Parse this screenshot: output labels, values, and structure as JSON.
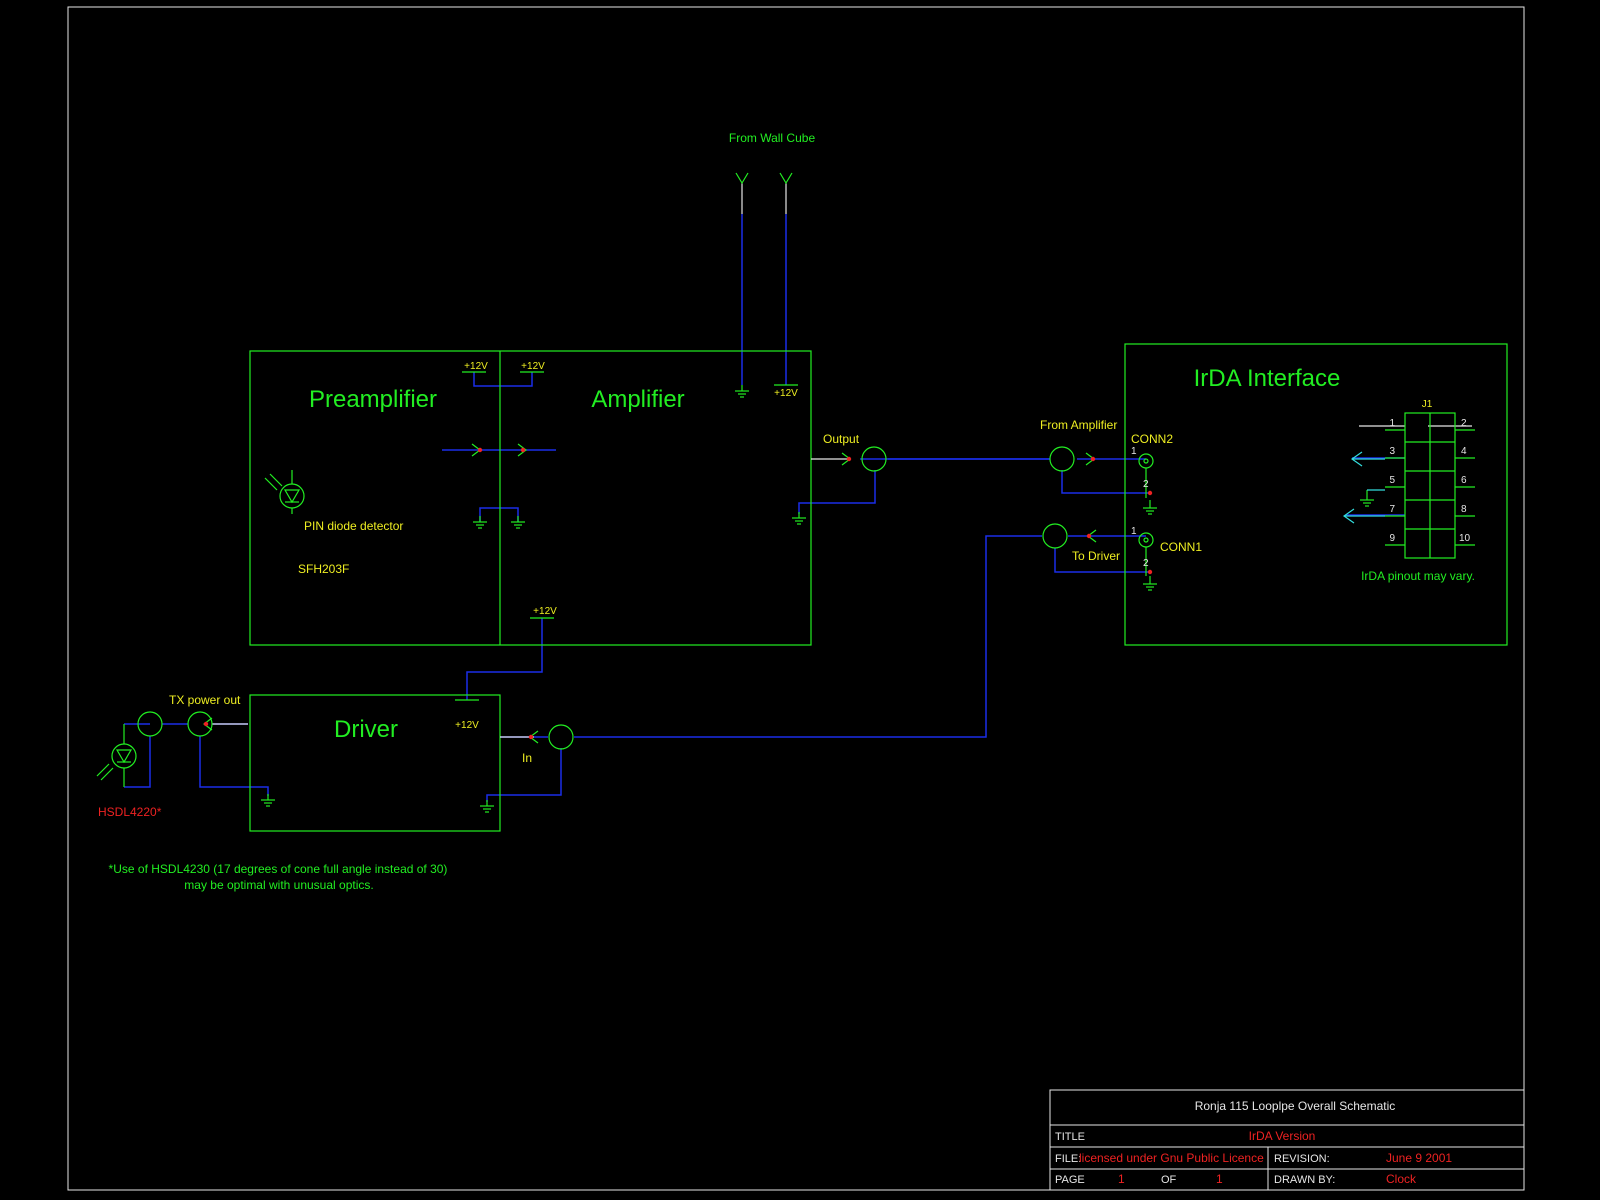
{
  "colors": {
    "background": "#000000",
    "border": "#e6e6e6",
    "box": "#22ee22",
    "wire": "#1a2ee8",
    "label_green": "#22ee22",
    "label_yellow": "#eeee22",
    "label_red": "#ee2222",
    "label_white": "#e6e6e6",
    "label_cyan": "#33dddd"
  },
  "blocks": {
    "preamplifier": "Preamplifier",
    "amplifier": "Amplifier",
    "driver": "Driver",
    "irda_interface": "IrDA Interface"
  },
  "labels": {
    "from_wall_cube": "From Wall Cube",
    "plus12v": "+12V",
    "pin_diode_detector": "PIN diode detector",
    "sfh203f": "SFH203F",
    "output": "Output",
    "from_amplifier": "From Amplifier",
    "conn2": "CONN2",
    "conn1": "CONN1",
    "to_driver": "To Driver",
    "tx_power_out": "TX power out",
    "in": "In",
    "hsdl4220": "HSDL4220*",
    "j1": "J1",
    "irda_pinout_note": "IrDA pinout may vary.",
    "pin_1": "1",
    "pin_2": "2",
    "footnote_line1": "*Use of HSDL4230 (17 degrees of cone full angle instead of 30)",
    "footnote_line2": "may be optimal with unusual optics."
  },
  "connector_j1_pins": {
    "left": [
      "1",
      "3",
      "5",
      "7",
      "9"
    ],
    "right": [
      "2",
      "4",
      "6",
      "8",
      "10"
    ]
  },
  "title_block": {
    "heading": "Ronja 115 Looplpe Overall Schematic",
    "title_label": "TITLE",
    "title_value": "IrDA Version",
    "file_label": "FILE:",
    "file_value": "licensed under Gnu Public Licence",
    "revision_label": "REVISION:",
    "revision_value": "June 9 2001",
    "page_label": "PAGE",
    "page_value": "1",
    "of_label": "OF",
    "of_value": "1",
    "drawn_by_label": "DRAWN BY:",
    "drawn_by_value": "Clock"
  }
}
